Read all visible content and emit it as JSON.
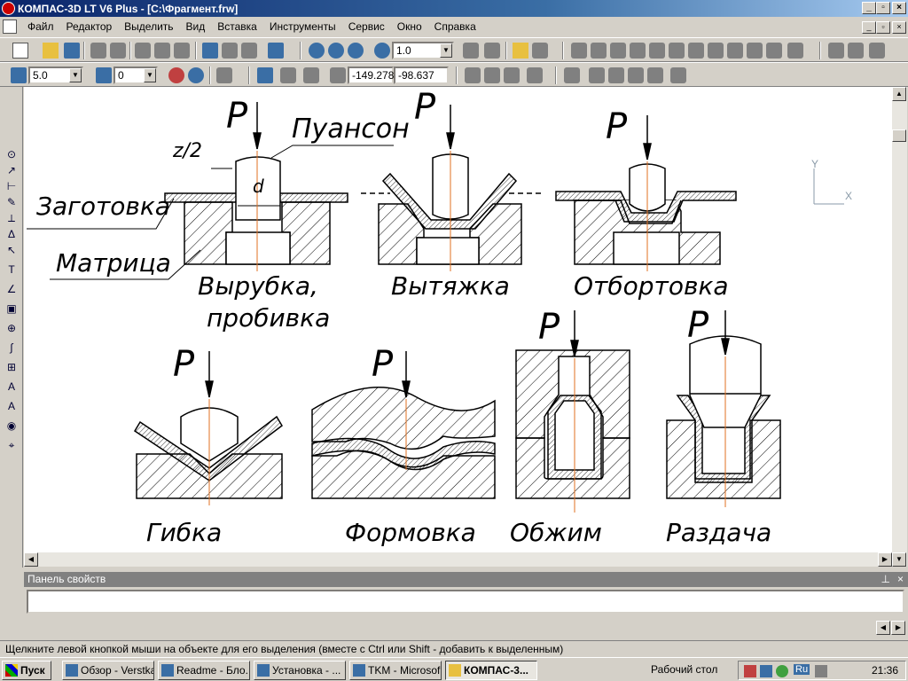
{
  "window": {
    "title": "КОМПАС-3D LT V6 Plus - [C:\\Фрагмент.frw]"
  },
  "menu": [
    "Файл",
    "Редактор",
    "Выделить",
    "Вид",
    "Вставка",
    "Инструменты",
    "Сервис",
    "Окно",
    "Справка"
  ],
  "toolbar1": {
    "zoom": "1.0"
  },
  "toolbar2": {
    "step": "5.0",
    "layer": "0",
    "coord_x": "-149.278",
    "coord_y": "-98.637"
  },
  "left_tools": [
    "point-icon",
    "line-icon",
    "dimension-icon",
    "edit-icon",
    "measure-icon",
    "param-icon",
    "select-icon",
    "text-icon",
    "angle-icon",
    "frame-icon",
    "circle-icon",
    "arc-icon",
    "table-icon",
    "align-icon",
    "label-icon",
    "globe-icon",
    "crosshair-icon"
  ],
  "drawing": {
    "labels": {
      "punch": "Пуансон",
      "gap": "z/2",
      "diameter": "d",
      "blank": "Заготовка",
      "die": "Матрица",
      "force": "P",
      "cutting": "Вырубка,",
      "punching": "пробивка",
      "drawing": "Вытяжка",
      "flanging": "Отбортовка",
      "bending": "Гибка",
      "forming": "Формовка",
      "crimping": "Обжим",
      "expansion": "Раздача"
    },
    "axes": {
      "y": "Y",
      "x": "X"
    }
  },
  "properties_panel": {
    "title": "Панель свойств"
  },
  "status": {
    "text": "Щелкните левой кнопкой мыши на объекте для его выделения (вместе с Ctrl или Shift - добавить к выделенным)"
  },
  "taskbar": {
    "start": "Пуск",
    "tasks": [
      "Обзор - Verstka",
      "Readme - Бло...",
      "Установка - ...",
      "TKM - Microsof...",
      "КОМПАС-3..."
    ],
    "desktop": "Рабочий стол",
    "tray_lang": "Ru",
    "time": "21:36"
  },
  "colors": {
    "title_from": "#0a246a",
    "title_to": "#a6caf0",
    "axis_line": "#e07020"
  }
}
